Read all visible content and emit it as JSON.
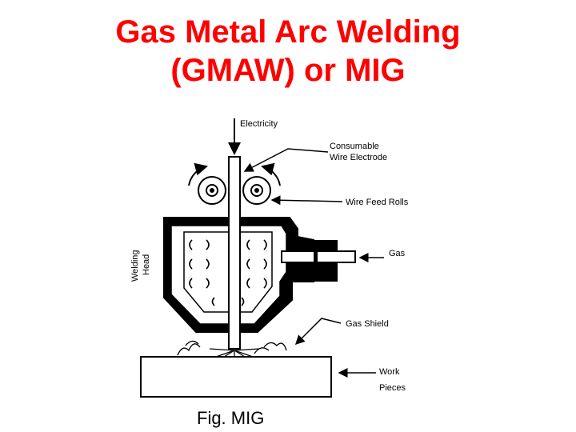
{
  "slide": {
    "title_line1": "Gas Metal Arc Welding",
    "title_line2": "(GMAW) or MIG",
    "title_color": "#ff0000"
  },
  "diagram": {
    "labels": {
      "electricity": "Electricity",
      "electrode_1": "Consumable",
      "electrode_2": "Wire Electrode",
      "feed_rolls": "Wire Feed Rolls",
      "gas": "Gas",
      "welding": "Welding",
      "head": "Head",
      "gas_shield": "Gas Shield",
      "work_1": "Work",
      "work_2": "Pieces"
    }
  },
  "caption": "Fig. MIG"
}
